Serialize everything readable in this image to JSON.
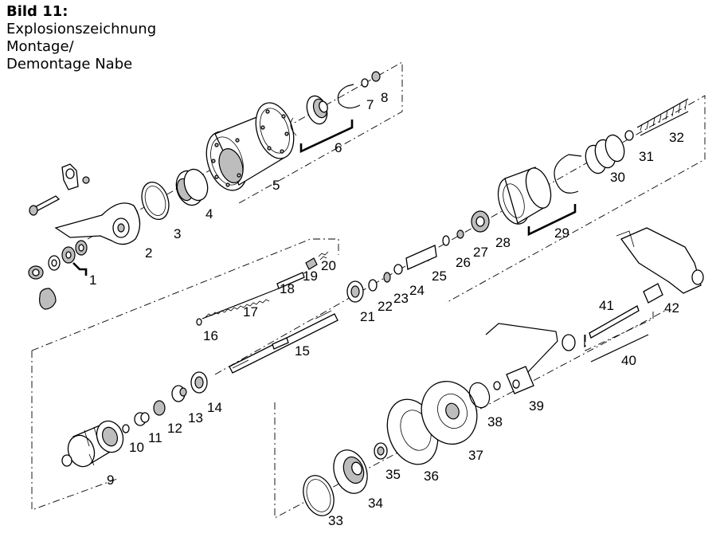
{
  "heading": {
    "title": "Bild 11:",
    "line1": "Explosionszeichnung",
    "line2": "Montage/",
    "line3": "Demontage Nabe"
  },
  "parts": {
    "p1": "1",
    "p2": "2",
    "p3": "3",
    "p4": "4",
    "p5": "5",
    "p6": "6",
    "p7": "7",
    "p8": "8",
    "p9": "9",
    "p10": "10",
    "p11": "11",
    "p12": "12",
    "p13": "13",
    "p14": "14",
    "p15": "15",
    "p16": "16",
    "p17": "17",
    "p18": "18",
    "p19": "19",
    "p20": "20",
    "p21": "21",
    "p22": "22",
    "p23": "23",
    "p24": "24",
    "p25": "25",
    "p26": "26",
    "p27": "27",
    "p28": "28",
    "p29": "29",
    "p30": "30",
    "p31": "31",
    "p32": "32",
    "p33": "33",
    "p34": "34",
    "p35": "35",
    "p36": "36",
    "p37": "37",
    "p38": "38",
    "p39": "39",
    "p40": "40",
    "p41": "41",
    "p42": "42"
  }
}
